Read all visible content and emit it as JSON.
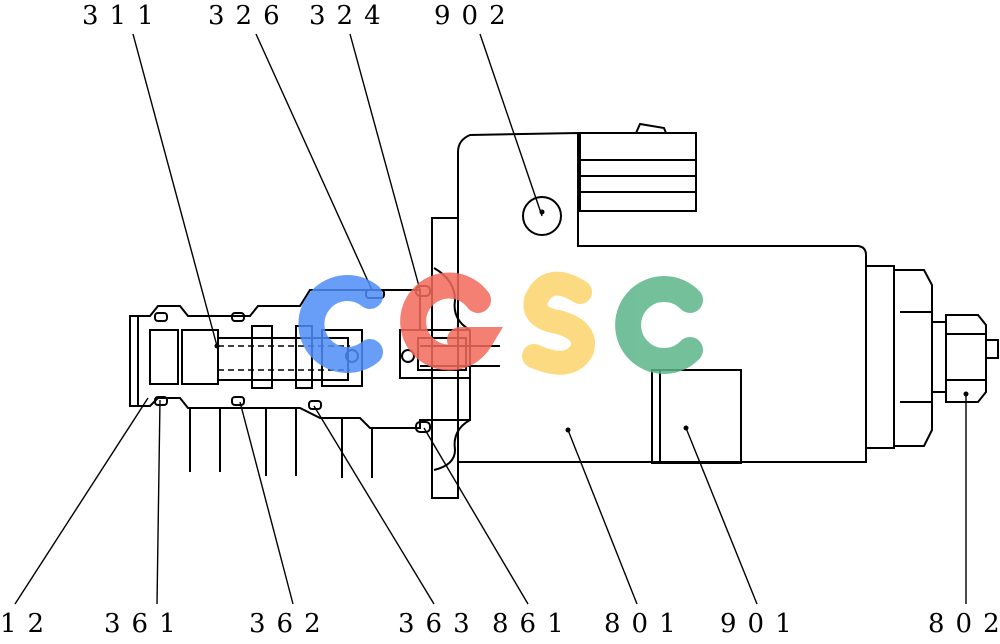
{
  "callouts": {
    "top": [
      {
        "id": "c311",
        "text": "311"
      },
      {
        "id": "c326",
        "text": "326"
      },
      {
        "id": "c324",
        "text": "324"
      },
      {
        "id": "c902",
        "text": "902"
      }
    ],
    "bottom": [
      {
        "id": "c12",
        "text": "12"
      },
      {
        "id": "c361",
        "text": "361"
      },
      {
        "id": "c362",
        "text": "362"
      },
      {
        "id": "c363",
        "text": "363"
      },
      {
        "id": "c861",
        "text": "861"
      },
      {
        "id": "c801",
        "text": "801"
      },
      {
        "id": "c901",
        "text": "901"
      },
      {
        "id": "c802",
        "text": "802"
      }
    ]
  },
  "watermark": {
    "letters": [
      "C",
      "G",
      "S",
      "C"
    ],
    "colors": [
      "#4f8ef7",
      "#f26b5b",
      "#fbd46d",
      "#5bb58a"
    ]
  }
}
